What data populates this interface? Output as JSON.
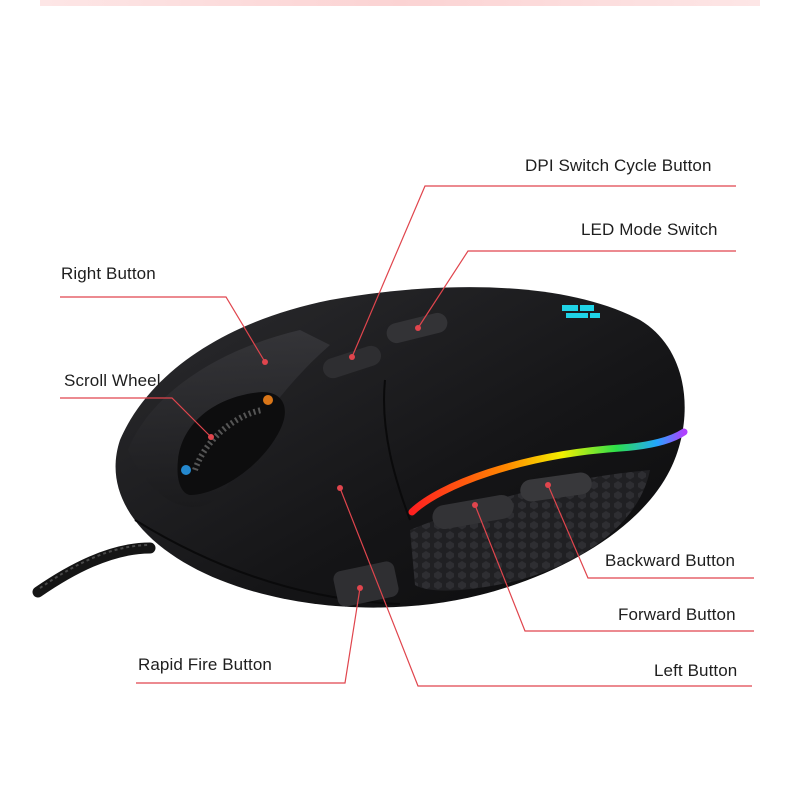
{
  "labels": {
    "dpi_switch": "DPI Switch Cycle Button",
    "led_mode": "LED Mode Switch",
    "right_button": "Right Button",
    "scroll_wheel": "Scroll Wheel",
    "backward_button": "Backward Button",
    "forward_button": "Forward Button",
    "rapid_fire": "Rapid Fire Button",
    "left_button": "Left Button"
  },
  "colors": {
    "leader_line": "#e0454d",
    "mouse_body": "#1a1a1c",
    "logo": "#1fd3e6"
  }
}
